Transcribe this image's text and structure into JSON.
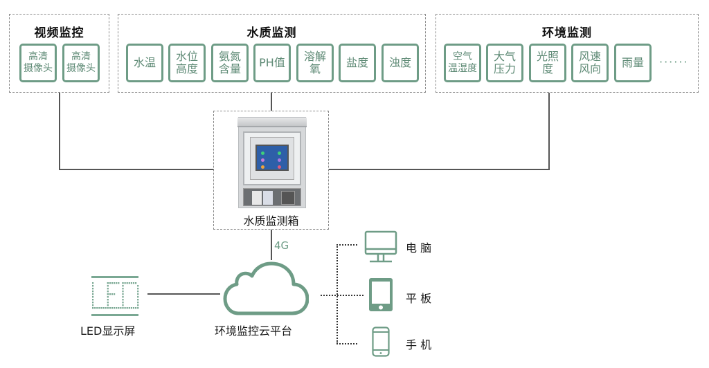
{
  "colors": {
    "accent": "#6e9c86",
    "text": "#1a1a1a",
    "line": "#555555",
    "dashed_border": "#8a8a8a"
  },
  "groups": {
    "video": {
      "title": "视频监控",
      "items": [
        "高清\n摄像头",
        "高清\n摄像头"
      ]
    },
    "water": {
      "title": "水质监测",
      "items": [
        "水温",
        "水位\n高度",
        "氨氮\n含量",
        "PH值",
        "溶解\n氧",
        "盐度",
        "浊度"
      ]
    },
    "environment": {
      "title": "环境监测",
      "items": [
        "空气\n温湿度",
        "大气\n压力",
        "光照\n度",
        "风速\n风向",
        "雨量"
      ],
      "more": "······"
    }
  },
  "center_box": {
    "label": "水质监测箱",
    "icon": "monitoring-cabinet-image"
  },
  "link_label": "4G",
  "cloud": {
    "label": "环境监控云平台",
    "icon": "cloud-icon"
  },
  "led": {
    "label": "LED显示屏",
    "icon": "led-display-icon"
  },
  "devices": [
    {
      "label": "电 脑",
      "icon": "desktop-monitor-icon"
    },
    {
      "label": "平 板",
      "icon": "tablet-icon"
    },
    {
      "label": "手 机",
      "icon": "smartphone-icon"
    }
  ]
}
